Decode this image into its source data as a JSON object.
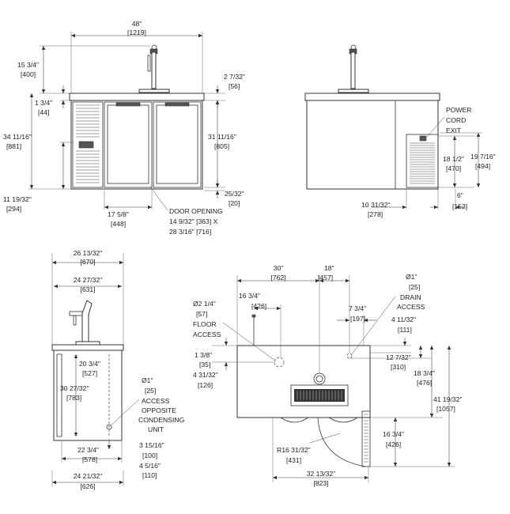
{
  "front_view": {
    "overall_width": "48\"",
    "overall_width_mm": "[1219]",
    "tower_height": "15 3/4\"",
    "tower_height_mm": "[400]",
    "top_thickness": "1 3/4\"",
    "top_thickness_mm": "[44]",
    "overall_height": "34 11/16\"",
    "overall_height_mm": "[881]",
    "base_height": "11 19/32\"",
    "base_height_mm": "[294]",
    "top_offset": "2 7/32\"",
    "top_offset_mm": "[56]",
    "cabinet_height": "31 11/16\"",
    "cabinet_height_mm": "[805]",
    "kick_height": "25/32\"",
    "kick_height_mm": "[20]",
    "door_width": "17 5/8\"",
    "door_width_mm": "[448]",
    "door_opening_title": "DOOR OPENING",
    "door_opening_line1": "14 9/32\" [363] X",
    "door_opening_line2": "28 3/16\" [716]"
  },
  "back_view": {
    "power_cord_exit_line1": "POWER",
    "power_cord_exit_line2": "CORD",
    "power_cord_exit_line3": "EXIT",
    "exit_height": "18 1/2\"",
    "exit_height_mm": "[470]",
    "grille_height": "19 7/16\"",
    "grille_height_mm": "[494]",
    "grille_offset": "10 31/32\"",
    "grille_offset_mm": "[278]",
    "grille_width": "6\"",
    "grille_width_mm": "[152]"
  },
  "side_view": {
    "overall_depth": "26 13/32\"",
    "overall_depth_mm": "[670]",
    "cabinet_depth": "24 27/32\"",
    "cabinet_depth_mm": "[631]",
    "inner_depth": "20 3/4\"",
    "inner_depth_mm": "[527]",
    "height": "30 27/32\"",
    "height_mm": "[783]",
    "access_diameter": "Ø1\"",
    "access_diameter_mm": "[25]",
    "access_line1": "ACCESS",
    "access_line2": "OPPOSITE",
    "access_line3": "CONDENSING",
    "access_line4": "UNIT",
    "bottom_width": "22 3/4\"",
    "bottom_width_mm": "[578]",
    "hole_height": "3 15/16\"",
    "hole_height_mm": "[100]",
    "hole_height2": "4 5/16\"",
    "hole_height2_mm": "[110]",
    "base_depth": "24 21/32\"",
    "base_depth_mm": "[626]"
  },
  "top_view": {
    "dim_30": "30\"",
    "dim_30_mm": "[762]",
    "dim_18": "18\"",
    "dim_18_mm": "[457]",
    "drain_diameter": "Ø1\"",
    "drain_diameter_mm": "[25]",
    "drain_label1": "DRAIN",
    "drain_label2": "ACCESS",
    "dim_16_top": "16 3/4\"",
    "dim_16_top_mm": "[426]",
    "floor_diameter": "Ø2 1/4\"",
    "floor_diameter_mm": "[57]",
    "floor_label1": "FLOOR",
    "floor_label2": "ACCESS",
    "dim_7": "7 3/4\"",
    "dim_7_mm": "[197]",
    "dim_4": "4 11/32\"",
    "dim_4_mm": "[111]",
    "dim_1": "1 3/8\"",
    "dim_1_mm": "[35]",
    "dim_12": "12 7/32\"",
    "dim_12_mm": "[310]",
    "dim_4b": "4 31/32\"",
    "dim_4b_mm": "[126]",
    "dim_18b": "18 3/4\"",
    "dim_18b_mm": "[476]",
    "dim_41": "41 19/32\"",
    "dim_41_mm": "[1057]",
    "dim_16b": "16 3/4\"",
    "dim_16b_mm": "[426]",
    "radius": "R16 31/32\"",
    "radius_mm": "[431]",
    "dim_32": "32 13/32\"",
    "dim_32_mm": "[823]"
  }
}
